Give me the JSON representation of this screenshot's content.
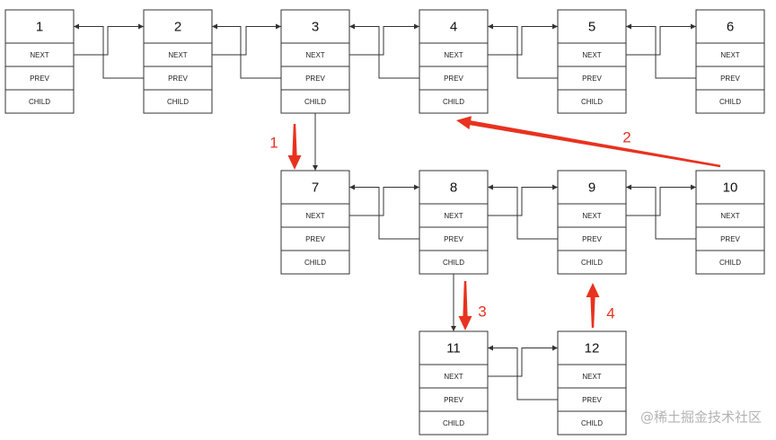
{
  "nodes": [
    {
      "id": "1",
      "label": "1"
    },
    {
      "id": "2",
      "label": "2"
    },
    {
      "id": "3",
      "label": "3"
    },
    {
      "id": "4",
      "label": "4"
    },
    {
      "id": "5",
      "label": "5"
    },
    {
      "id": "6",
      "label": "6"
    },
    {
      "id": "7",
      "label": "7"
    },
    {
      "id": "8",
      "label": "8"
    },
    {
      "id": "9",
      "label": "9"
    },
    {
      "id": "10",
      "label": "10"
    },
    {
      "id": "11",
      "label": "11"
    },
    {
      "id": "12",
      "label": "12"
    }
  ],
  "fields": [
    "NEXT",
    "PREV",
    "CHILD"
  ],
  "links": [
    {
      "type": "next",
      "from": "1",
      "to": "2"
    },
    {
      "type": "prev",
      "from": "2",
      "to": "1"
    },
    {
      "type": "next",
      "from": "2",
      "to": "3"
    },
    {
      "type": "prev",
      "from": "3",
      "to": "2"
    },
    {
      "type": "next",
      "from": "3",
      "to": "4"
    },
    {
      "type": "prev",
      "from": "4",
      "to": "3"
    },
    {
      "type": "next",
      "from": "4",
      "to": "5"
    },
    {
      "type": "prev",
      "from": "5",
      "to": "4"
    },
    {
      "type": "next",
      "from": "5",
      "to": "6"
    },
    {
      "type": "prev",
      "from": "6",
      "to": "5"
    },
    {
      "type": "next",
      "from": "7",
      "to": "8"
    },
    {
      "type": "prev",
      "from": "8",
      "to": "7"
    },
    {
      "type": "next",
      "from": "8",
      "to": "9"
    },
    {
      "type": "prev",
      "from": "9",
      "to": "8"
    },
    {
      "type": "next",
      "from": "9",
      "to": "10"
    },
    {
      "type": "prev",
      "from": "10",
      "to": "9"
    },
    {
      "type": "next",
      "from": "11",
      "to": "12"
    },
    {
      "type": "prev",
      "from": "12",
      "to": "11"
    },
    {
      "type": "child",
      "from": "3",
      "to": "7"
    },
    {
      "type": "child",
      "from": "8",
      "to": "11"
    }
  ],
  "steps": [
    {
      "label": "1",
      "from": "3",
      "to": "7"
    },
    {
      "label": "2",
      "from": "10",
      "to": "4"
    },
    {
      "label": "3",
      "from": "8",
      "to": "11"
    },
    {
      "label": "4",
      "from": "12",
      "to": "9"
    }
  ],
  "colors": {
    "line": "#333333",
    "step_arrow": "#e8321f",
    "watermark": "#b3b3b3"
  },
  "watermark": "@稀土掘金技术社区"
}
